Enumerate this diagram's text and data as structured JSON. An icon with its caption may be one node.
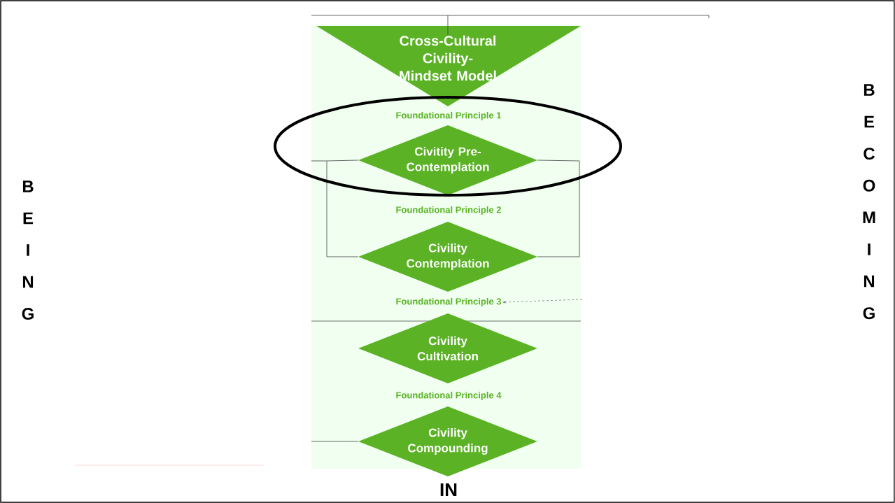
{
  "diagram": {
    "nodes": [
      {
        "text": [
          "Cross-Cultural Civility-Mindset Model"
        ]
      },
      {
        "text": [
          "Civitity Pre-Contemplation"
        ]
      },
      {
        "text": [
          "Civility Contemplation"
        ]
      },
      {
        "text": [
          "Foundational Principle 3"
        ]
      },
      {
        "text": [
          "Civility Cultivation"
        ]
      },
      {
        "text": [
          "Civility Compounding"
        ]
      }
    ],
    "edges": [
      {
        "from": null,
        "to": 0,
        "arrow": "none"
      },
      {
        "from": 1,
        "to": 2,
        "arrow": "none"
      },
      {
        "from": 1,
        "to": 2,
        "arrow": "none"
      },
      {
        "from": null,
        "to": 3,
        "arrow": "to",
        "style": "dashed",
        "color": "#7f7f7f"
      },
      {
        "from": null,
        "to": 5,
        "arrow": "none"
      }
    ],
    "labels": [
      "Foundational Principle 1",
      "Foundational Principle 2",
      "Foundational Principle 4",
      "B E I N G",
      "B E C O M I N G",
      "IN"
    ]
  }
}
